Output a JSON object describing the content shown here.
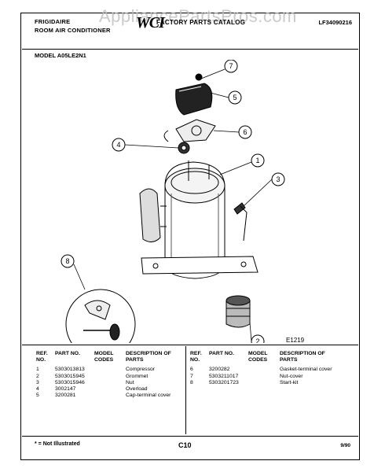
{
  "header": {
    "brand": "FRIGIDAIRE",
    "product": "ROOM AIR CONDITIONER",
    "logo": "WCI",
    "catalog_title": "FACTORY PARTS CATALOG",
    "part_number": "LF34090216",
    "watermark": "AppliancePartsPros.com"
  },
  "model_label": "MODEL A05LE2N1",
  "diagram": {
    "callouts": [
      "1",
      "2",
      "3",
      "4",
      "5",
      "6",
      "7",
      "8"
    ],
    "code": "E1219"
  },
  "table": {
    "headers": {
      "ref": "REF. NO.",
      "part": "PART NO.",
      "model": "MODEL CODES",
      "desc": "DESCRIPTION OF PARTS"
    },
    "left_rows": [
      {
        "ref": "1",
        "part": "5303013813",
        "model": "",
        "desc": "Compressor"
      },
      {
        "ref": "2",
        "part": "5303015945",
        "model": "",
        "desc": "Grommet"
      },
      {
        "ref": "3",
        "part": "5303015946",
        "model": "",
        "desc": "Nut"
      },
      {
        "ref": "4",
        "part": "3002147",
        "model": "",
        "desc": "Overload"
      },
      {
        "ref": "5",
        "part": "3200281",
        "model": "",
        "desc": "Cap-terminal cover"
      }
    ],
    "right_rows": [
      {
        "ref": "6",
        "part": "3200282",
        "model": "",
        "desc": "Gasket-terminal cover"
      },
      {
        "ref": "7",
        "part": "5303211017",
        "model": "",
        "desc": "Nut-cover"
      },
      {
        "ref": "8",
        "part": "5303201723",
        "model": "",
        "desc": "Start-kit"
      }
    ]
  },
  "footer": {
    "note": "* = Not Illustrated",
    "page": "C10",
    "date": "9/90"
  }
}
